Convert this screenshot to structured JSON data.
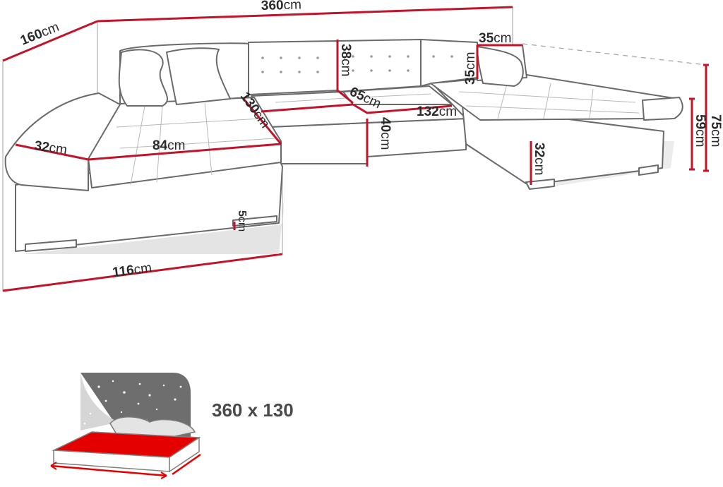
{
  "diagram": {
    "dimensions": [
      {
        "id": "total-width",
        "value": "360",
        "unit": "cm"
      },
      {
        "id": "total-depth",
        "value": "160",
        "unit": "cm"
      },
      {
        "id": "armrest-width",
        "value": "32",
        "unit": "cm"
      },
      {
        "id": "seat-width-left",
        "value": "84",
        "unit": "cm"
      },
      {
        "id": "seat-depth-left",
        "value": "130",
        "unit": "cm"
      },
      {
        "id": "backrest-height",
        "value": "38",
        "unit": "cm"
      },
      {
        "id": "seat-depth-middle",
        "value": "65",
        "unit": "cm"
      },
      {
        "id": "seat-height",
        "value": "40",
        "unit": "cm"
      },
      {
        "id": "chaise-width",
        "value": "132",
        "unit": "cm"
      },
      {
        "id": "cushion-width",
        "value": "35",
        "unit": "cm"
      },
      {
        "id": "cushion-height",
        "value": "35",
        "unit": "cm"
      },
      {
        "id": "total-height",
        "value": "75",
        "unit": "cm"
      },
      {
        "id": "arm-height",
        "value": "59",
        "unit": "cm"
      },
      {
        "id": "base-height",
        "value": "32",
        "unit": "cm"
      },
      {
        "id": "leg-height",
        "value": "5",
        "unit": "cm"
      },
      {
        "id": "bottom-width",
        "value": "116",
        "unit": "cm"
      }
    ],
    "sleeping_area": "360 x 130",
    "colors": {
      "accent": "#c0142a",
      "outline": "#6a6a6a",
      "text": "#2a2a2a"
    }
  }
}
